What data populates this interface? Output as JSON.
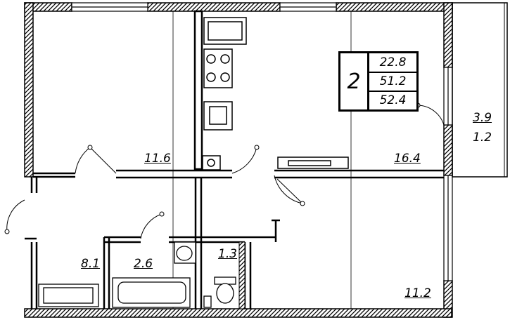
{
  "summary": {
    "rooms": "2",
    "living_area": "22.8",
    "total_area": "51.2",
    "total_area_with_balcony": "52.4"
  },
  "rooms": {
    "bedroom": "11.6",
    "living_room": "16.4",
    "hall": "8.1",
    "bathroom": "2.6",
    "toilet": "1.3",
    "kitchen": "11.2"
  },
  "balcony": {
    "area": "3.9",
    "reduced_area": "1.2"
  }
}
